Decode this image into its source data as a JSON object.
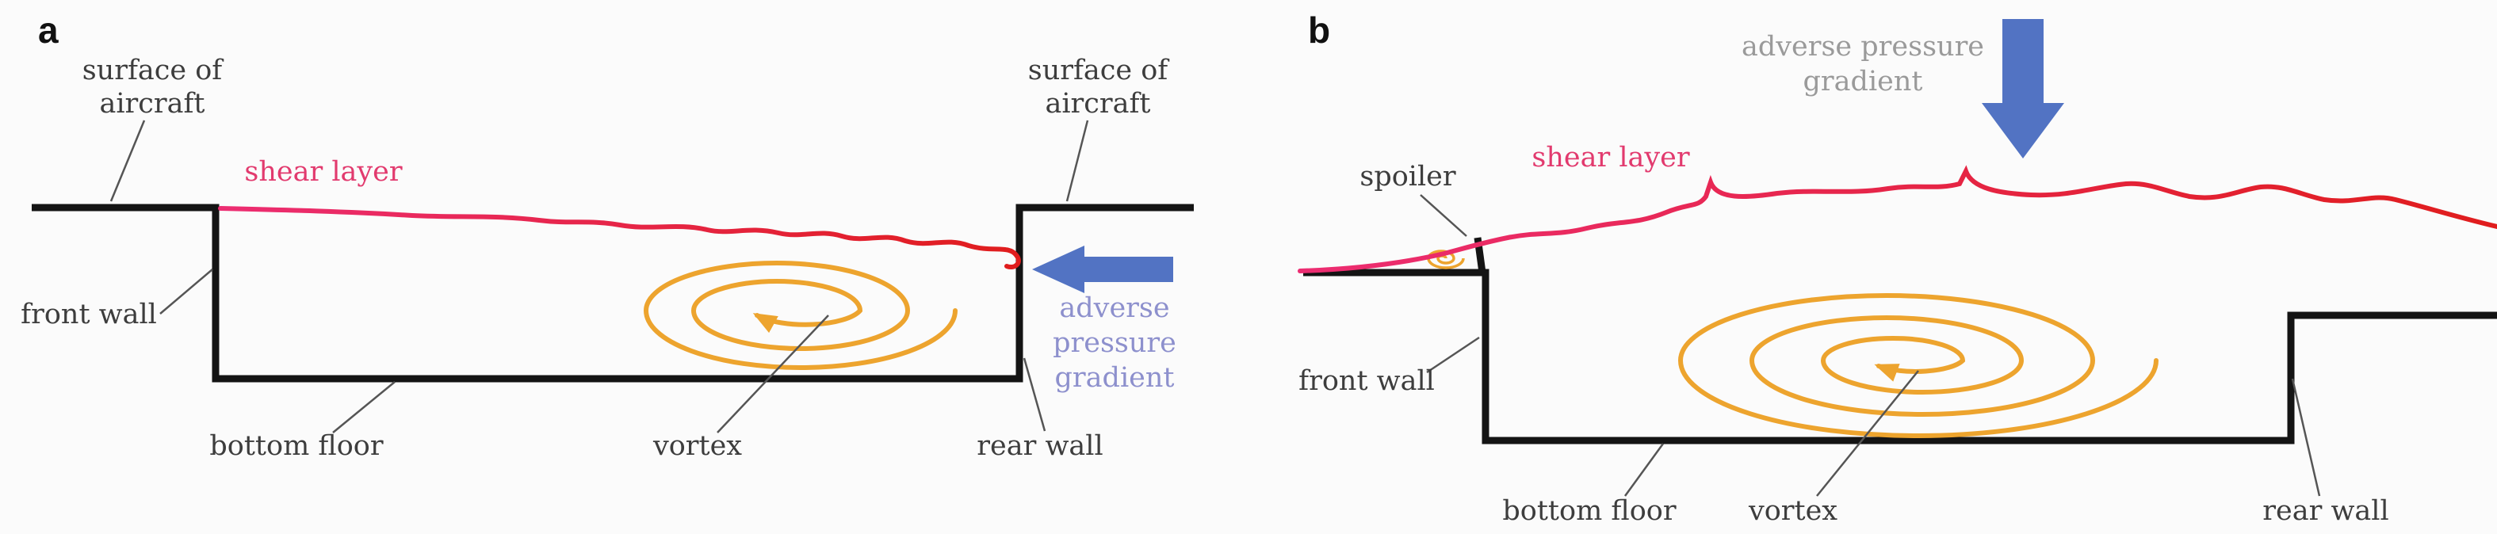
{
  "figure": {
    "description": "Cavity flow schematic with shear layer, vortex and adverse pressure gradient",
    "colors": {
      "outline": "#141414",
      "shear_start": "#ec2d72",
      "shear_end": "#e01d1d",
      "shear_label": "#e23a6e",
      "vortex_orange": "#eda42e",
      "arrow_blue": "#5273c3",
      "adverse_text_a": "#8d90cd",
      "adverse_text_b": "#9a9a9a",
      "label_text": "#3d3d3d",
      "pointer_line": "#555555"
    },
    "panel_a": {
      "tag": "a",
      "surface_left_line1": "surface of",
      "surface_left_line2": "aircraft",
      "shear_layer": "shear layer",
      "surface_right_line1": "surface of",
      "surface_right_line2": "aircraft",
      "adverse_line1": "adverse",
      "adverse_line2": "pressure",
      "adverse_line3": "gradient",
      "front_wall": "front wall",
      "bottom_floor": "bottom floor",
      "vortex": "vortex",
      "rear_wall": "rear wall"
    },
    "panel_b": {
      "tag": "b",
      "adverse_line1": "adverse pressure",
      "adverse_line2": "gradient",
      "spoiler": "spoiler",
      "shear_layer": "shear layer",
      "front_wall": "front wall",
      "bottom_floor": "bottom floor",
      "vortex": "vortex",
      "rear_wall": "rear wall"
    }
  }
}
